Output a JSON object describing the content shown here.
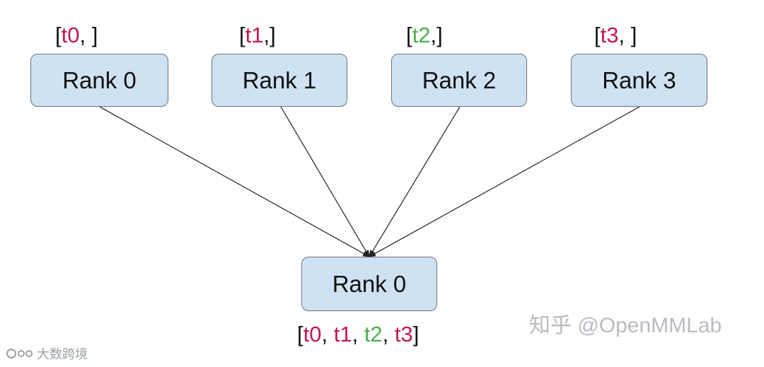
{
  "colors": {
    "node_fill": "#cfe2f3",
    "node_border": "#6b7078",
    "edge": "#333333",
    "tensor_pink": "#c2185b",
    "tensor_green": "#4caf50",
    "bracket": "#111111"
  },
  "sources": [
    {
      "label": "Rank 0",
      "tensor": {
        "open": "[",
        "item": "t0",
        "item_color": "pink",
        "close": ", ]"
      }
    },
    {
      "label": "Rank 1",
      "tensor": {
        "open": "[",
        "item": "t1",
        "item_color": "pink",
        "close": ",]"
      }
    },
    {
      "label": "Rank 2",
      "tensor": {
        "open": "[",
        "item": "t2",
        "item_color": "green",
        "close": ",]"
      }
    },
    {
      "label": "Rank 3",
      "tensor": {
        "open": "[",
        "item": "t3",
        "item_color": "pink",
        "close": ", ]"
      }
    }
  ],
  "target": {
    "label": "Rank 0",
    "tensor": {
      "open": "[",
      "items": [
        "t0",
        "t1",
        "t2",
        "t3"
      ],
      "sep": ", ",
      "close": "]"
    }
  },
  "watermark": "知乎 @OpenMMLab",
  "corner_watermark": "大数跨境"
}
